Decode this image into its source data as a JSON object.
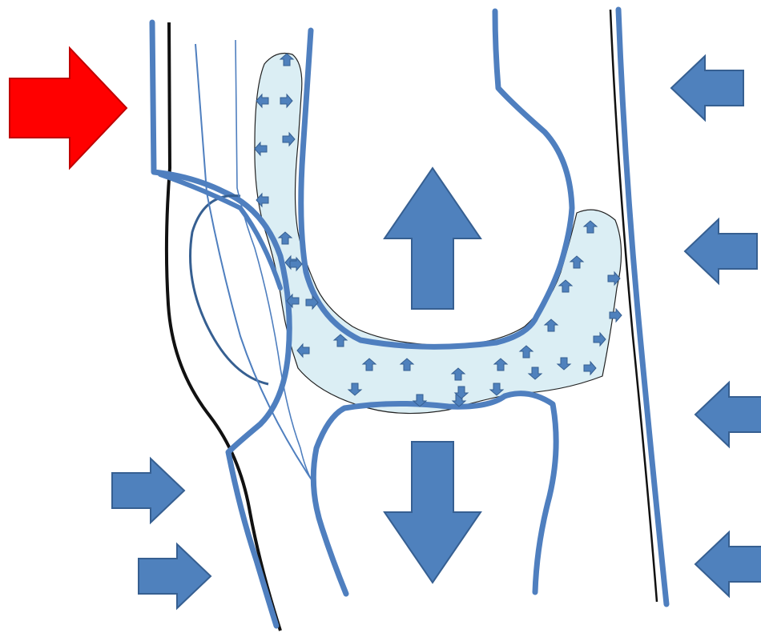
{
  "colors": {
    "outline": "#4f7fbf",
    "skin": "#111111",
    "fill_stroke": "#365f91",
    "fluid": "#dbeef4",
    "force_arrow": "#ff0000",
    "arrow": "#4f81bd"
  },
  "diagram": {
    "elements": [
      {
        "name": "force-arrow",
        "icon": "arrow-right-icon",
        "color": "force_arrow"
      },
      {
        "name": "compression-arrow-right-1",
        "icon": "arrow-left-icon"
      },
      {
        "name": "compression-arrow-right-2",
        "icon": "arrow-left-icon"
      },
      {
        "name": "compression-arrow-right-3",
        "icon": "arrow-left-icon"
      },
      {
        "name": "compression-arrow-right-4",
        "icon": "arrow-left-icon"
      },
      {
        "name": "compression-arrow-left-1",
        "icon": "arrow-right-icon"
      },
      {
        "name": "compression-arrow-left-2",
        "icon": "arrow-right-icon"
      },
      {
        "name": "separation-arrow-up",
        "icon": "arrow-up-icon"
      },
      {
        "name": "separation-arrow-down",
        "icon": "arrow-down-icon"
      },
      {
        "name": "synovial-fluid-pressure-arrows",
        "icon": "small-arrow-icon"
      }
    ]
  }
}
